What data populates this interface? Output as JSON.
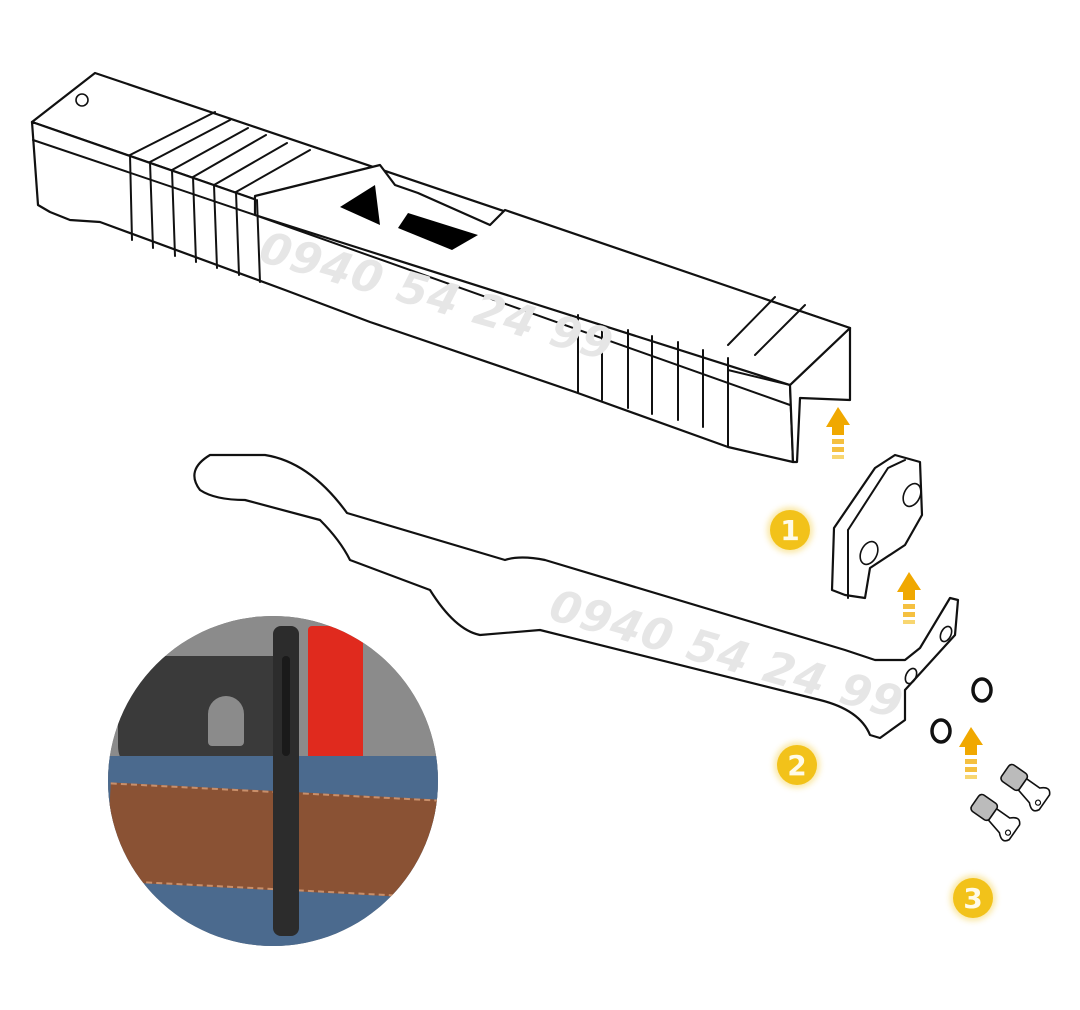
{
  "figure": {
    "type": "exploded assembly diagram",
    "subject": "Slide-mounted belt clip installation",
    "background": "#ffffff",
    "line_color": "#111111",
    "accent_color": "#f2c21a",
    "arrow_color": "#f0a800"
  },
  "watermarks": [
    {
      "text": "0940 54 24 99",
      "location": "on slide"
    },
    {
      "text": "0940 54 24 99",
      "location": "on clip"
    }
  ],
  "parts": [
    {
      "id": "slide",
      "label": "Pistol slide (outline)"
    },
    {
      "id": "plate",
      "label": "Mounting plate"
    },
    {
      "id": "clip",
      "label": "Belt clip"
    },
    {
      "id": "o_rings",
      "label": "O-rings",
      "count": 2
    },
    {
      "id": "screws",
      "label": "Screws",
      "count": 2
    }
  ],
  "steps": [
    {
      "number": "1",
      "part": "plate"
    },
    {
      "number": "2",
      "part": "clip"
    },
    {
      "number": "3",
      "part": "screws"
    }
  ],
  "arrows": [
    {
      "id": "arrow-1",
      "direction": "up"
    },
    {
      "id": "arrow-2",
      "direction": "up"
    },
    {
      "id": "arrow-3",
      "direction": "up"
    }
  ],
  "inset_photo": {
    "description": "Pistol with red magazine carried inside waistband via clip over brown leather belt and denim jeans",
    "colors": {
      "belt": "#8a5234",
      "denim": "#4b6a8e",
      "shirt": "#8a8a8a",
      "magazine": "#e02a1e",
      "clip": "#2c2c2c"
    }
  }
}
